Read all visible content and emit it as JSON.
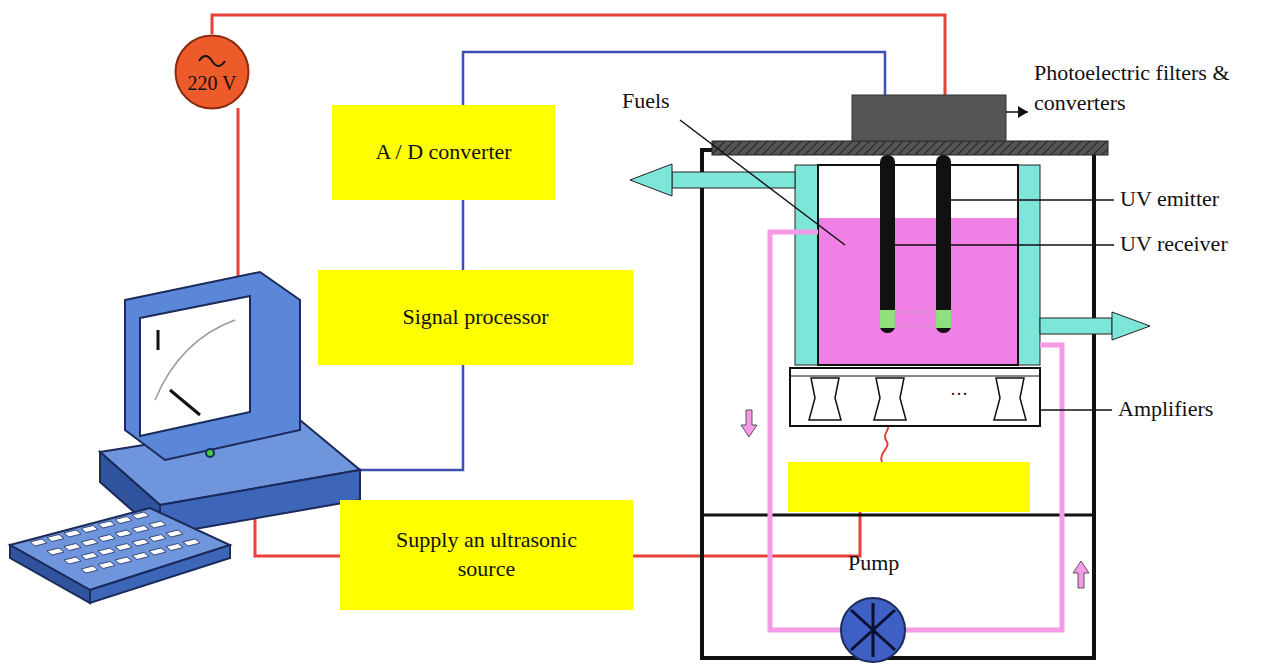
{
  "diagram": {
    "nodes": [
      {
        "text": [
          "220 V"
        ]
      },
      {
        "text": [
          "A / D converter"
        ]
      },
      {
        "text": [
          "Signal processor"
        ]
      },
      {
        "text": [
          "Supply an ultrasonic source"
        ]
      }
    ],
    "edges": [
      {
        "from": 1,
        "to": 2,
        "arrow": "none"
      }
    ],
    "labels": [
      "Fuels",
      "Photoelectric filters & converters",
      "UV emitter",
      "UV receiver",
      "···",
      "Amplifiers",
      "Pump"
    ]
  }
}
